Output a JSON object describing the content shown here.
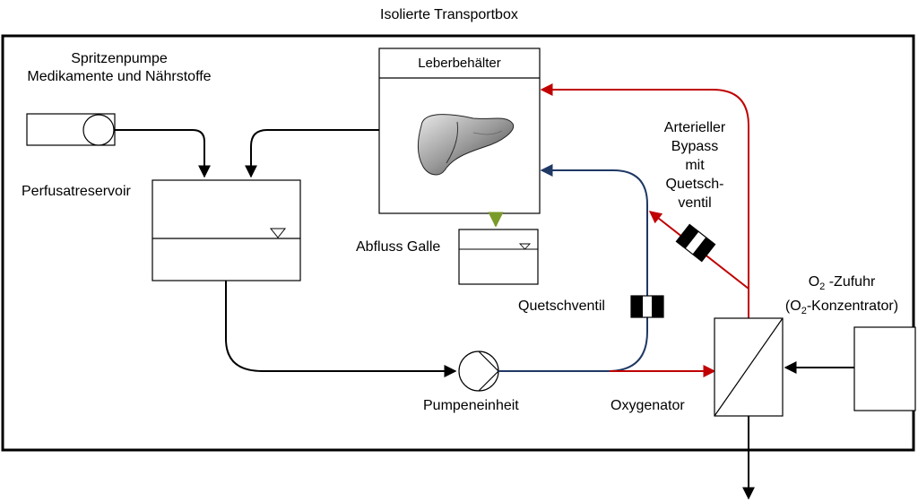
{
  "title": "Isolierte Transportbox",
  "syringe_pump": {
    "line1": "Spritzenpumpe",
    "line2": "Medikamente und Nährstoffe"
  },
  "reservoir": {
    "label": "Perfusatreservoir"
  },
  "liver_container": {
    "label": "Leberbehälter"
  },
  "bile_drain": {
    "label": "Abfluss Galle"
  },
  "pinch_valve": {
    "label": "Quetschventil"
  },
  "pump_unit": {
    "label": "Pumpeneinheit"
  },
  "oxygenator": {
    "label": "Oxygenator"
  },
  "bypass": {
    "lines": [
      "Arterieller",
      "Bypass",
      "mit",
      "Quetsch-",
      "ventil"
    ]
  },
  "o2_supply": {
    "line1_prefix": "O",
    "line1_sub": "2",
    "line1_suffix": " -Zufuhr",
    "line2_prefix": "(O",
    "line2_sub": "2",
    "line2_suffix": "-Konzentrator)"
  },
  "colors": {
    "arterial": "#c00000",
    "venous": "#1f3864",
    "bile": "#7a9a2a",
    "outline": "#000000"
  }
}
